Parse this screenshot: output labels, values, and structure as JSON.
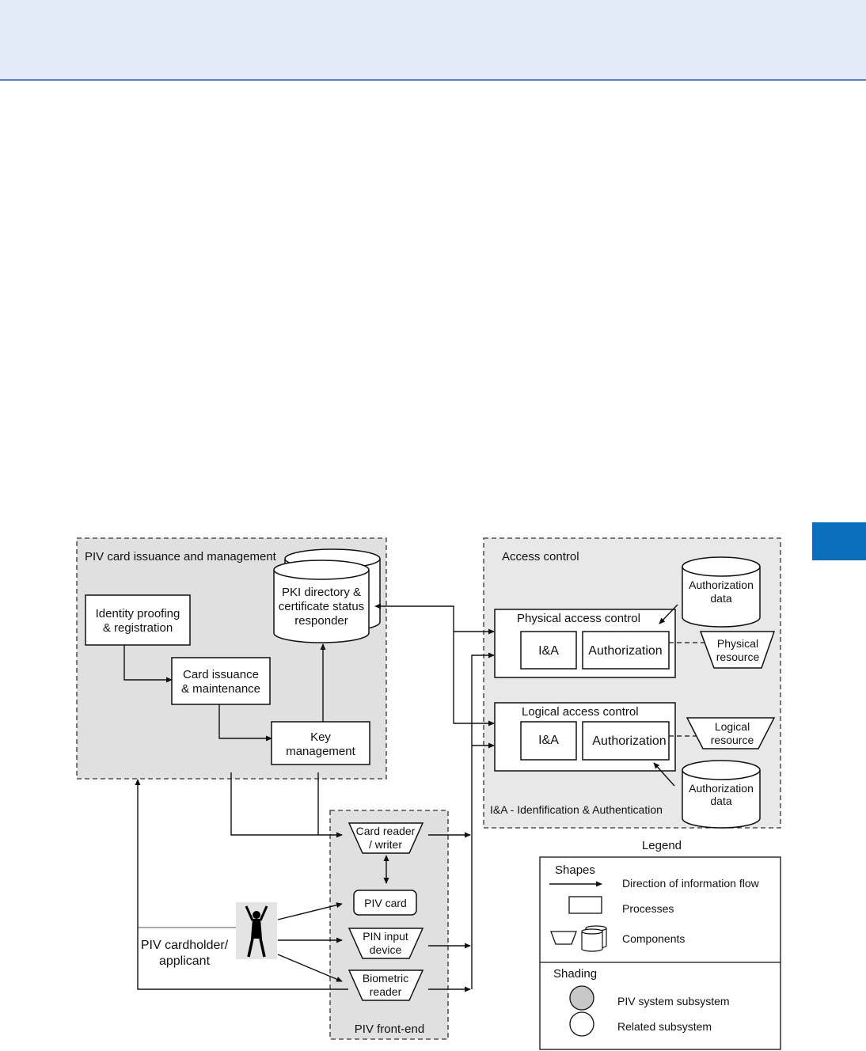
{
  "colors": {
    "header_band": "#e3eaf8",
    "header_rule": "#4a86c8",
    "tab": "#0a6fbd",
    "subsystem_shade": "#e0e0e0"
  },
  "issuance": {
    "title": "PIV card issuance and management",
    "identity": [
      "Identity proofing",
      "& registration"
    ],
    "card_issuance": [
      "Card issuance",
      "& maintenance"
    ],
    "key_mgmt": [
      "Key",
      "management"
    ],
    "pki": [
      "PKI directory &",
      "certificate status",
      "responder"
    ]
  },
  "access": {
    "title": "Access control",
    "physical_title": "Physical access control",
    "logical_title": "Logical access control",
    "ia": "I&A",
    "authorization": "Authorization",
    "auth_data": [
      "Authorization",
      "data"
    ],
    "physical_resource": [
      "Physical",
      "resource"
    ],
    "logical_resource": [
      "Logical",
      "resource"
    ],
    "footnote": "I&A - Idenfification & Authentication"
  },
  "frontend": {
    "title": "PIV front-end",
    "card_reader": [
      "Card reader",
      "/ writer"
    ],
    "piv_card": "PIV card",
    "pin_input": [
      "PIN input",
      "device"
    ],
    "biometric": [
      "Biometric",
      "reader"
    ]
  },
  "cardholder": [
    "PIV cardholder/",
    "applicant"
  ],
  "legend": {
    "title": "Legend",
    "shapes": "Shapes",
    "flow": "Direction of information flow",
    "processes": "Processes",
    "components": "Components",
    "shading": "Shading",
    "piv_subsystem": "PIV system subsystem",
    "related_subsystem": "Related subsystem"
  }
}
